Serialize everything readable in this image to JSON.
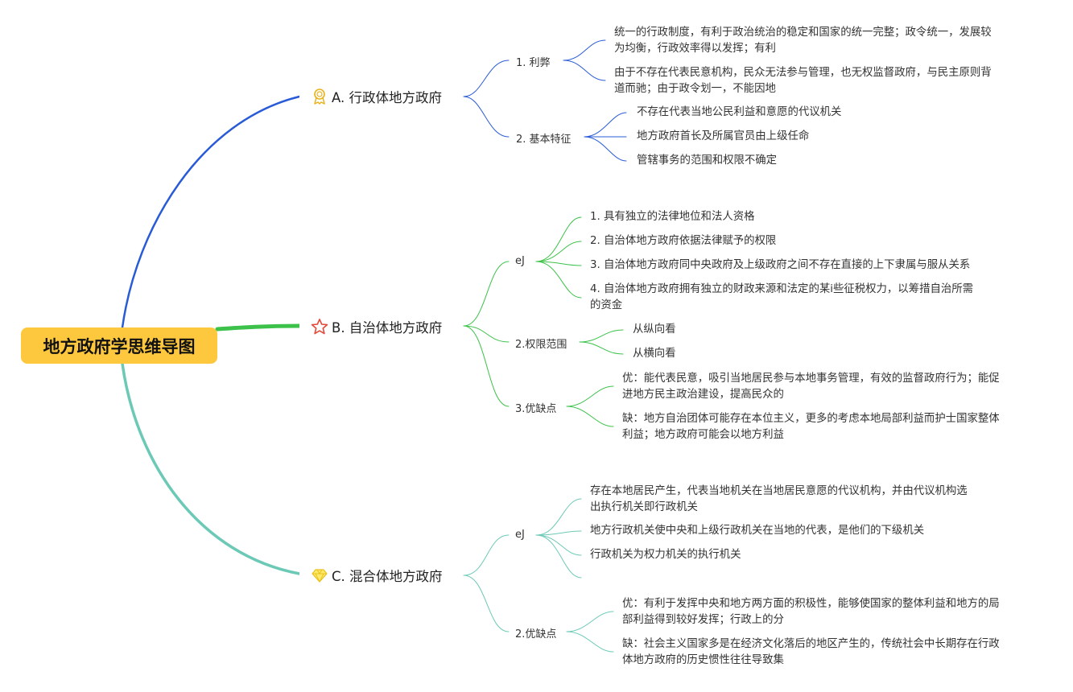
{
  "root": {
    "title": "地方政府学思维导图"
  },
  "branches": [
    {
      "title": "A. 行政体地方政府",
      "icon": "award-ribbon-icon",
      "color": "#2a5bd7",
      "subs": [
        {
          "label": "1. 利弊",
          "leaves": [
            {
              "l1": "统一的行政制度，有利于政治统治的稳定和国家的统一完整；政令统一，发展较",
              "l2": "为均衡，行政效率得以发挥；有利"
            },
            {
              "l1": "由于不存在代表民意机构，民众无法参与管理，也无权监督政府，与民主原则背",
              "l2": "道而驰；由于政令划一，不能因地"
            }
          ]
        },
        {
          "label": "2. 基本特征",
          "leaves": [
            {
              "l1": "不存在代表当地公民利益和意愿的代议机关"
            },
            {
              "l1": "地方政府首长及所属官员由上级任命"
            },
            {
              "l1": "管辖事务的范围和权限不确定"
            }
          ]
        }
      ]
    },
    {
      "title": "B. 自治体地方政府",
      "icon": "star-outline-icon",
      "color": "#3cc24a",
      "subs": [
        {
          "label": "eJ",
          "leaves": [
            {
              "l1": "1. 具有独立的法律地位和法人资格"
            },
            {
              "l1": "2. 自治体地方政府依据法律赋予的权限"
            },
            {
              "l1": "3. 自治体地方政府同中央政府及上级政府之间不存在直接的上下隶属与服从关系"
            },
            {
              "l1": "4. 自治体地方政府拥有独立的财政来源和法定的某i些征税权力，以筹措自治所需",
              "l2": "的资金"
            }
          ]
        },
        {
          "label": "2.权限范围",
          "leaves": [
            {
              "l1": "从纵向看"
            },
            {
              "l1": "从横向看"
            }
          ]
        },
        {
          "label": "3.优缺点",
          "leaves": [
            {
              "l1": "优：能代表民意，吸引当地居民参与本地事务管理，有效的监督政府行为；能促",
              "l2": "进地方民主政治建设，提高民众的"
            },
            {
              "l1": "缺：地方自治团体可能存在本位主义，更多的考虑本地局部利益而护士国家整体",
              "l2": "利益；地方政府可能会以地方利益"
            }
          ]
        }
      ]
    },
    {
      "title": "C. 混合体地方政府",
      "icon": "diamond-icon",
      "color": "#6cc9b6",
      "subs": [
        {
          "label": "eJ",
          "leaves": [
            {
              "l1": "存在本地居民产生，代表当地机关在当地居民意愿的代议机构，并由代议机构选",
              "l2": "出执行机关即行政机关"
            },
            {
              "l1": "地方行政机关使中央和上级行政机关在当地的代表，是他们的下级机关"
            },
            {
              "l1": "行政机关为权力机关的执行机关"
            },
            {
              "l1": ""
            }
          ]
        },
        {
          "label": "2.优缺点",
          "leaves": [
            {
              "l1": "优：有利于发挥中央和地方两方面的积极性，能够使国家的整体利益和地方的局",
              "l2": "部利益得到较好发挥；行政上的分"
            },
            {
              "l1": "缺：社会主义国家多是在经济文化落后的地区产生的，传统社会中长期存在行政",
              "l2": "体地方政府的历史惯性往往导致集"
            }
          ]
        }
      ]
    }
  ]
}
